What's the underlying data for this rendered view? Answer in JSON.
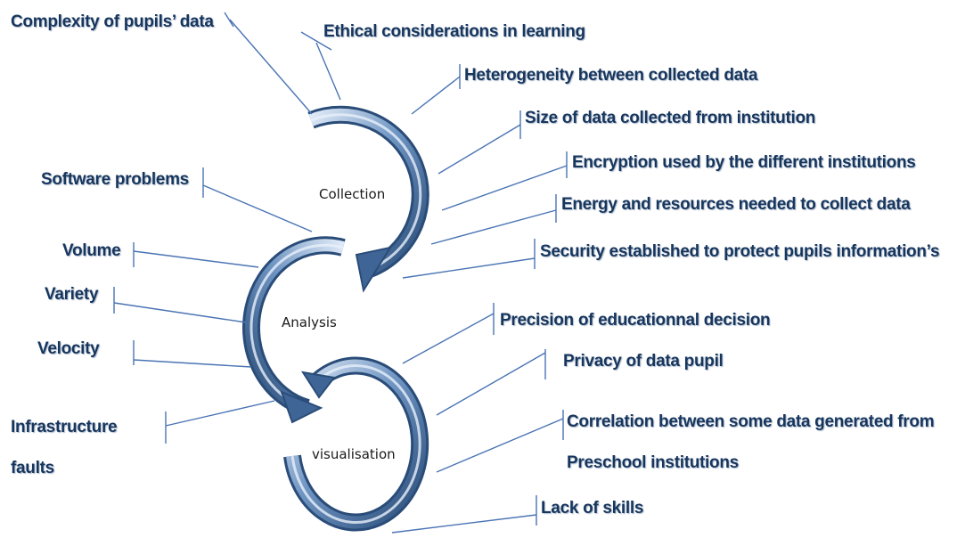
{
  "stages": {
    "collection": "Collection",
    "analysis": "Analysis",
    "visualisation": "visualisation"
  },
  "collection_issues": {
    "complexity": "Complexity of pupils’ data",
    "ethical": "Ethical considerations in learning",
    "heterogeneity": "Heterogeneity between collected data",
    "size": "Size of data collected from institution",
    "encryption": "Encryption used by the different institutions",
    "energy": "Energy and resources needed to collect data",
    "security": "Security established to protect pupils information’s"
  },
  "analysis_issues": {
    "software": "Software problems",
    "volume": "Volume",
    "variety": "Variety",
    "velocity": "Velocity",
    "infrastructure_line1": "Infrastructure",
    "infrastructure_line2": "faults"
  },
  "visualisation_issues": {
    "precision": "Precision  of educationnal decision",
    "privacy": "Privacy  of data pupil",
    "correlation_line1": "Correlation between some data generated from",
    "correlation_line2": "Preschool institutions",
    "skills": "Lack of skills"
  },
  "colors": {
    "ring_dark": "#2c4f7c",
    "ring_mid": "#5b84b4",
    "ring_light": "#d6e4f5",
    "line": "#4a74b4",
    "text": "#17365d"
  }
}
